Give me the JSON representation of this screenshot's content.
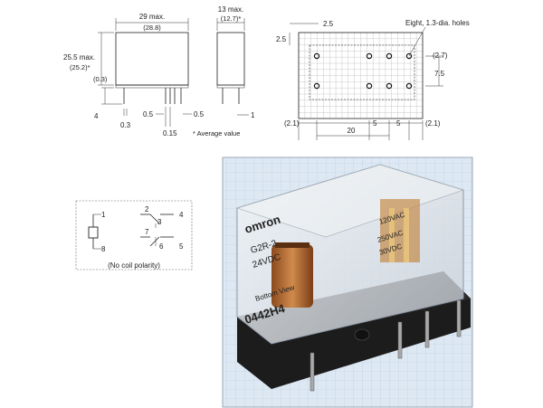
{
  "front_view": {
    "width_max": "29 max.",
    "width_nominal": "(28.8)",
    "height_max": "25.5 max.",
    "height_nominal": "(25.2)*",
    "base_gap": "(0.3)",
    "pin_length": "4",
    "pin_offset": "0.3",
    "pin_width_left": "0.5",
    "pin_width_right": "0.5",
    "pin_thickness": "0.15",
    "footnote": "* Average value"
  },
  "side_view": {
    "depth_max": "13 max.",
    "depth_nominal": "(12.7)*",
    "pin_width": "1"
  },
  "pcb_layout": {
    "holes_note": "Eight, 1.3-dia. holes",
    "top_offset_x": "2.5",
    "top_offset_y": "2.5",
    "right_top": "(2.7)",
    "right_spacing": "7.5",
    "bottom_left": "(2.1)",
    "bottom_five_a": "5",
    "bottom_five_b": "5",
    "bottom_right": "(2.1)",
    "total_width": "20"
  },
  "schematic": {
    "pins": [
      "1",
      "2",
      "3",
      "4",
      "5",
      "6",
      "7",
      "8"
    ],
    "caption": "(No coil polarity)"
  },
  "photo": {
    "brand": "omron",
    "model": "G2R-2",
    "coil_voltage": "24VDC",
    "view_label": "Bottom View",
    "date_code": "0442H4",
    "rating_1": "120VAC",
    "rating_2": "250VAC",
    "rating_3": "30VDC"
  },
  "colors": {
    "ink": "#222222",
    "grid_paper": "#d9e6f2",
    "relay_base": "#1a1a1a",
    "copper_coil": "#b5652b"
  }
}
